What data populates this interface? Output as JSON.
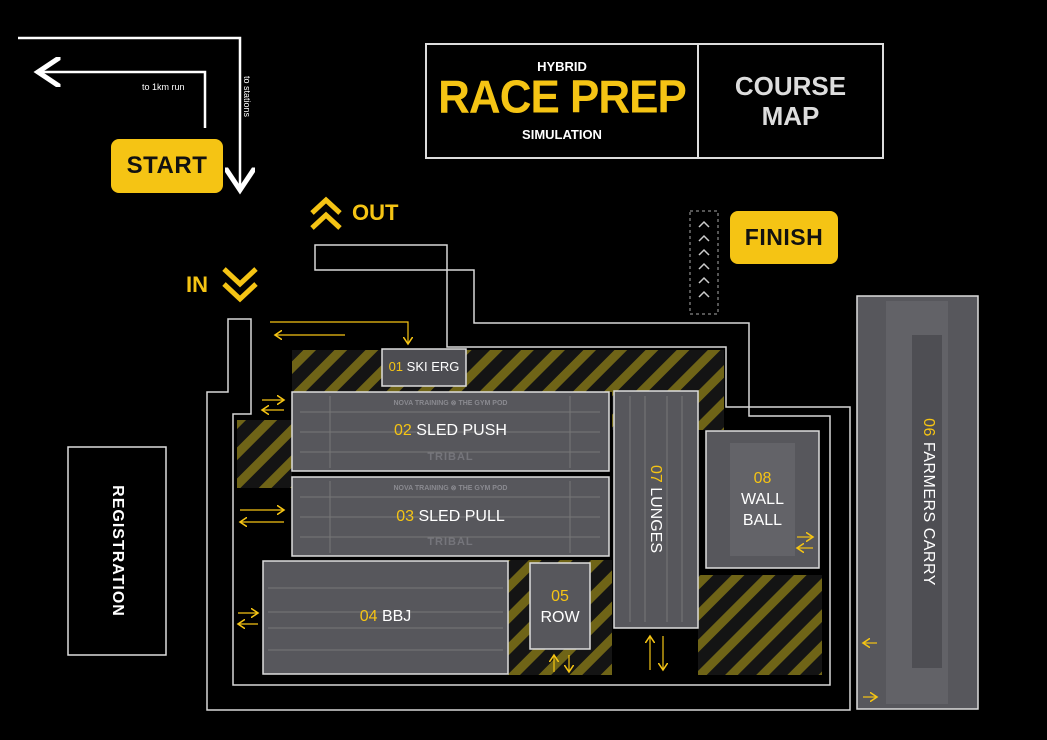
{
  "title": {
    "hybrid": "HYBRID",
    "race_prep": "RACE PREP",
    "simulation": "SIMULATION",
    "course_map_line1": "COURSE",
    "course_map_line2": "MAP"
  },
  "markers": {
    "start": "START",
    "finish": "FINISH",
    "out": "OUT",
    "in": "IN",
    "to_run": "to 1km run",
    "to_stations": "to stations"
  },
  "registration": "REGISTRATION",
  "stations": [
    {
      "num": "01",
      "name": "SKI ERG"
    },
    {
      "num": "02",
      "name": "SLED PUSH"
    },
    {
      "num": "03",
      "name": "SLED PULL"
    },
    {
      "num": "04",
      "name": "BBJ"
    },
    {
      "num": "05",
      "name": "ROW"
    },
    {
      "num": "06",
      "name": "FARMERS CARRY"
    },
    {
      "num": "07",
      "name": "LUNGES"
    },
    {
      "num": "08",
      "name_line1": "WALL",
      "name_line2": "BALL"
    }
  ],
  "turf_branding": {
    "line1": "NOVA TRAINING ⊗ THE GYM POD",
    "line2": "TRIBAL"
  },
  "colors": {
    "accent": "#f5c414",
    "background": "#000000",
    "station_fill": "#55555a",
    "outline": "#d8d8d8"
  }
}
